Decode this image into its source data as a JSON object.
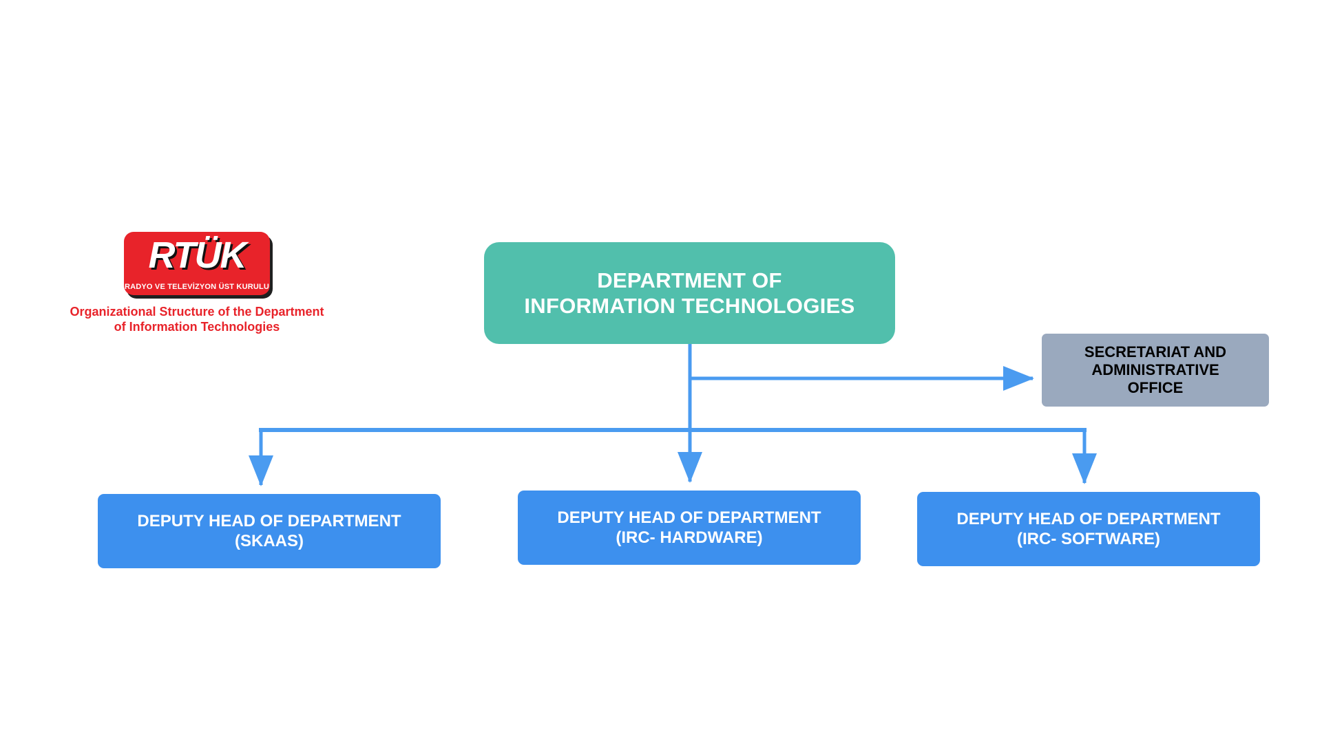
{
  "page": {
    "background_color": "#ffffff",
    "title": "Organizational Structure of the Department of Information Technologies"
  },
  "branding": {
    "logo_wordmark": "RTÜK",
    "logo_subline": "RADYO VE TELEVİZYON ÜST KURULU",
    "logo_background_color": "#e8232a",
    "caption": "Organizational Structure\nof the Department of Information\nTechnologies",
    "caption_color": "#e8232a"
  },
  "chart": {
    "root": {
      "label": "DEPARTMENT OF\nINFORMATION TECHNOLOGIES",
      "fill_color": "#51bfac",
      "text_color": "#ffffff"
    },
    "staff": {
      "label": "SECRETARIAT AND\nADMINISTRATIVE\nOFFICE",
      "fill_color": "#9aa9be",
      "text_color": "#000000"
    },
    "children": [
      {
        "label": "DEPUTY HEAD OF DEPARTMENT\n(SKAAS)",
        "fill_color": "#3d90ee",
        "text_color": "#ffffff"
      },
      {
        "label": "DEPUTY HEAD OF DEPARTMENT\n(IRC- HARDWARE)",
        "fill_color": "#3d90ee",
        "text_color": "#ffffff"
      },
      {
        "label": "DEPUTY HEAD OF DEPARTMENT\n(IRC- SOFTWARE)",
        "fill_color": "#3d90ee",
        "text_color": "#ffffff"
      }
    ],
    "connector_color": "#4a9bf0"
  }
}
